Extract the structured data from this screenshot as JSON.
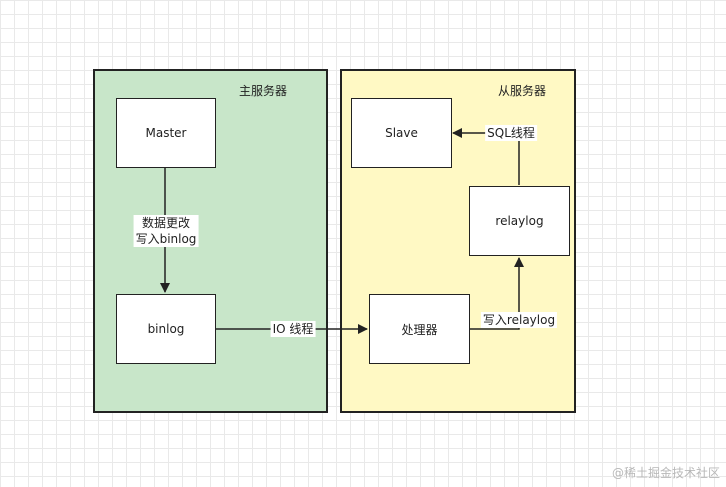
{
  "colors": {
    "master_fill": "#c8e6c9",
    "slave_fill": "#fff9c4",
    "line": "#222222"
  },
  "panels": {
    "master": {
      "title": "主服务器"
    },
    "slave": {
      "title": "从服务器"
    }
  },
  "nodes": {
    "master": "Master",
    "binlog": "binlog",
    "slave": "Slave",
    "relaylog": "relaylog",
    "processor": "处理器"
  },
  "edges": {
    "master_to_binlog": {
      "line1": "数据更改",
      "line2": "写入binlog"
    },
    "binlog_to_processor": "IO 线程",
    "processor_to_relaylog": "写入relaylog",
    "relaylog_to_slave": "SQL线程"
  },
  "watermark": "@稀土掘金技术社区"
}
